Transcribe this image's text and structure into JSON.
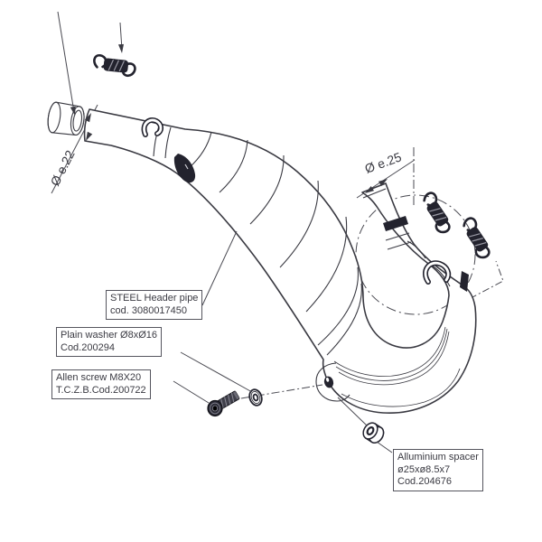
{
  "diagram": {
    "type": "technical-exploded-view",
    "subject": "Motorcycle two-stroke exhaust expansion chamber with mounting hardware",
    "colors": {
      "line": "#3a3a42",
      "dark_part": "#23232e",
      "background": "#ffffff"
    },
    "dimensions": {
      "inlet": "Ø e.22",
      "outlet": "Ø e.25"
    },
    "labels": {
      "header_pipe": {
        "line1": "STEEL Header pipe",
        "line2": "cod. 3080017450"
      },
      "plain_washer": {
        "line1": "Plain washer Ø8xØ16",
        "line2": "Cod.200294"
      },
      "allen_screw": {
        "line1": "Allen screw M8X20",
        "line2": "T.C.Z.B.Cod.200722"
      },
      "spacer": {
        "line1": "Alluminium spacer",
        "line2": "ø25xø8.5x7",
        "line3": "Cod.204676"
      }
    },
    "parts": [
      "expansion-chamber-body",
      "header-pipe",
      "tail-pipe",
      "pipe-sleeve",
      "exhaust-spring-top",
      "exhaust-spring-right-1",
      "exhaust-spring-right-2",
      "allen-screw",
      "plain-washer",
      "aluminium-spacer",
      "mounting-bracket"
    ]
  }
}
